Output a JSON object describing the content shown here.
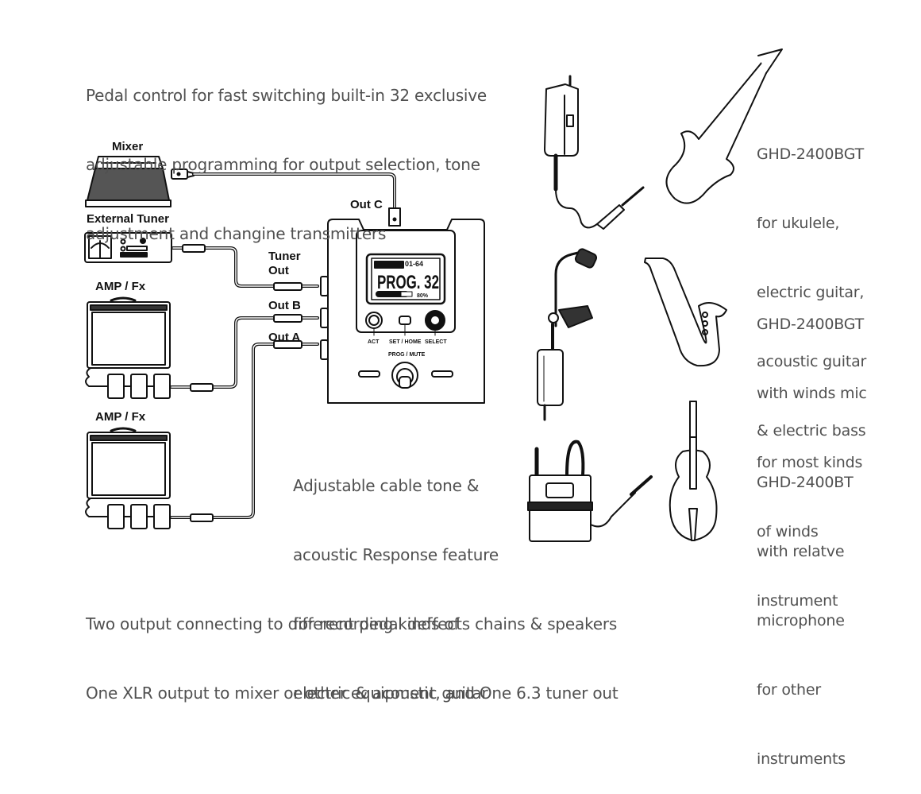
{
  "top_note": {
    "lines": [
      "Pedal control for fast switching built-in 32 exclusive",
      "adjustable programming for output selection, tone",
      "adjustment and changine transmitters"
    ]
  },
  "middle_note": {
    "lines": [
      "Adjustable cable tone &",
      "acoustic Response feature",
      "for recording kinds of",
      "electric & acoustic guitar"
    ]
  },
  "bottom_note": {
    "lines": [
      "Two output connecting to different pedal deffects chains & speakers",
      "One XLR output to mixer or other equipment, and One 6.3 tuner out"
    ]
  },
  "equipment_labels": {
    "mixer": "Mixer",
    "external_tuner": "External Tuner",
    "amp_fx_1": "AMP / Fx",
    "amp_fx_2": "AMP / Fx"
  },
  "port_labels": {
    "out_c": "Out C",
    "tuner_out_1": "Tuner",
    "tuner_out_2": "Out",
    "out_b": "Out B",
    "out_a": "Out A"
  },
  "device": {
    "display_program": "PROG. 32",
    "display_range": "01-64",
    "display_level": "80%",
    "button_act": "ACT",
    "button_set_home": "SET / HOME",
    "button_select": "SELECT",
    "footswitch_label": "PROG / MUTE"
  },
  "products": [
    {
      "model": "GHD-2400BGT",
      "lines": [
        "for ukulele,",
        "electric guitar,",
        "acoustic guitar",
        "& electric bass"
      ],
      "instrument": "electric-guitar"
    },
    {
      "model": "GHD-2400BGT",
      "lines": [
        "with winds mic",
        "for most kinds",
        "of winds",
        "instrument"
      ],
      "instrument": "saxophone"
    },
    {
      "model": "GHD-2400BT",
      "lines": [
        "with relatve",
        "microphone",
        "for other",
        "instruments"
      ],
      "instrument": "violin"
    }
  ]
}
